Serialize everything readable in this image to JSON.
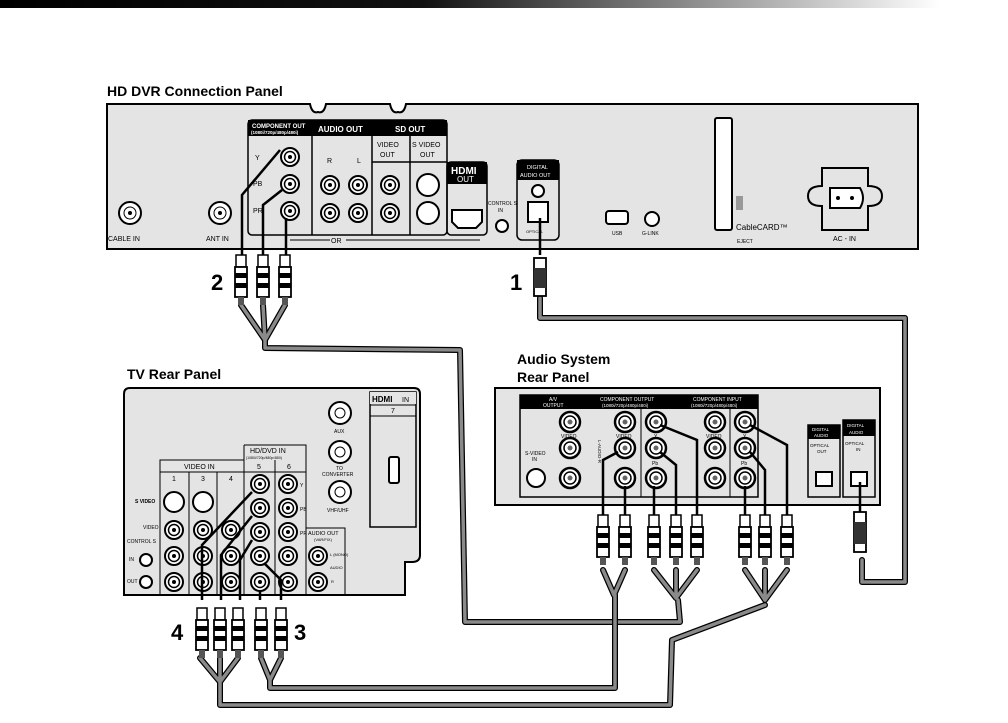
{
  "colors": {
    "panel": "#e4e4e4",
    "cable": "#8a8a8a",
    "outline": "#000000"
  },
  "dvr": {
    "title": "HD DVR Connection Panel",
    "cable_in": "CABLE IN",
    "ant_in": "ANT IN",
    "component_out": "COMPONENT OUT",
    "component_res": "(1080i/720p/480p/480i)",
    "y": "Y",
    "pb": "PB",
    "pr": "PR",
    "audio_out": "AUDIO OUT",
    "r": "R",
    "l": "L",
    "sd_out": "SD OUT",
    "video_out_1": "VIDEO",
    "video_out_2": "OUT",
    "svideo_out_1": "S VIDEO",
    "svideo_out_2": "OUT",
    "hdmi": "HDMI",
    "hdmi_out": "OUT",
    "or": "OR",
    "control_s_1": "CONTROL S",
    "control_s_2": "IN",
    "digital_audio_out_1": "DIGITAL",
    "digital_audio_out_2": "AUDIO OUT",
    "optical": "OPTICAL",
    "usb": "USB",
    "glink": "G-LINK",
    "cablecard": "CableCARD™",
    "eject": "EJECT",
    "ac_in": "AC - IN"
  },
  "tv": {
    "title": "TV Rear Panel",
    "video_in": "VIDEO IN",
    "in1": "1",
    "in3": "3",
    "in4": "4",
    "svideo": "S VIDEO",
    "video": "VIDEO",
    "control_s": "CONTROL S",
    "in": "IN",
    "out": "OUT",
    "hd_dvd_in": "HD/DVD IN",
    "hd_res": "(1080i/720p/480p/480i)",
    "in5": "5",
    "in6": "6",
    "y": "Y",
    "pb": "PB",
    "pr": "PR",
    "audio_out": "AUDIO OUT",
    "audio_out_sub": "(VAR/FIX)",
    "l_mono": "L (MONO)",
    "audio": "AUDIO",
    "r": "R",
    "aux": "AUX",
    "to_converter_1": "TO",
    "to_converter_2": "CONVERTER",
    "vhf_uhf": "VHF/UHF",
    "hdmi": "HDMI",
    "hdmi_in": "IN",
    "hdmi_num": "7"
  },
  "audio_system": {
    "title_1": "Audio System",
    "title_2": "Rear Panel",
    "av_output_1": "A/V",
    "av_output_2": "OUTPUT",
    "component_output": "COMPONENT  OUTPUT",
    "component_output_res": "(1080i/720p/480p/480i)",
    "component_input": "COMPONENT  INPUT",
    "component_input_res": "(1080i/720p/480p/480i)",
    "video": "VIDEO",
    "svideo_in_1": "S-VIDEO",
    "svideo_in_2": "IN",
    "audio_lr": "L-AUDIO-R",
    "y": "Y",
    "pb": "Pb",
    "digital_audio_1": "DIGITAL",
    "digital_audio_2": "AUDIO",
    "optical_out_1": "OPTICAL",
    "optical_out_2": "OUT",
    "optical_in_1": "OPTICAL",
    "optical_in_2": "IN"
  },
  "callouts": {
    "c1": "1",
    "c2": "2",
    "c3": "3",
    "c4": "4"
  }
}
